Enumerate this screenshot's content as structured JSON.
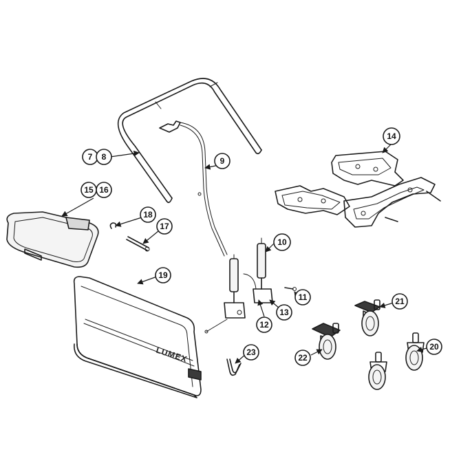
{
  "brand": "LUMEX",
  "callouts": {
    "c7": "7",
    "c8": "8",
    "c9": "9",
    "c10": "10",
    "c11": "11",
    "c12": "12",
    "c13": "13",
    "c14": "14",
    "c15": "15",
    "c16": "16",
    "c17": "17",
    "c18": "18",
    "c19": "19",
    "c20": "20",
    "c21": "21",
    "c22": "22",
    "c23": "23"
  },
  "colors": {
    "line": "#1a1a1a",
    "background": "#ffffff"
  }
}
